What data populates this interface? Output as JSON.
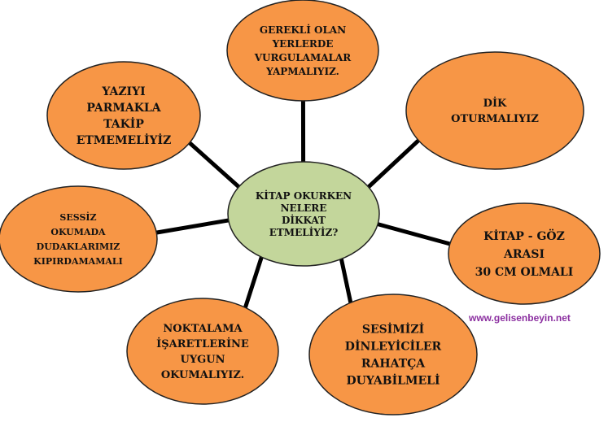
{
  "center": {
    "lines": [
      "KİTAP OKURKEN",
      "NELERE",
      "DİKKAT",
      "ETMELİYİZ?"
    ]
  },
  "nodes": [
    {
      "id": "node-vurgulama",
      "lines": [
        "GEREKLİ OLAN",
        "YERLERDE",
        "VURGULAMALAR",
        "YAPMALIYIZ."
      ]
    },
    {
      "id": "node-dik-oturma",
      "lines": [
        "DİK",
        "OTURMALIYIZ"
      ]
    },
    {
      "id": "node-kitap-goz",
      "lines": [
        "KİTAP - GÖZ",
        "ARASI",
        "30 CM OLMALI"
      ]
    },
    {
      "id": "node-sesimizi",
      "lines": [
        "SESİMİZİ",
        "DİNLEYİCİLER",
        "RAHATÇA",
        "DUYABİLMELİ"
      ]
    },
    {
      "id": "node-noktalama",
      "lines": [
        "NOKTALAMA",
        "İŞARETLERİNE",
        "UYGUN",
        "OKUMALIYIZ."
      ]
    },
    {
      "id": "node-sessiz-okuma",
      "lines": [
        "SESSİZ",
        "OKUMADA",
        "DUDAKLARIMIZ",
        "KIPIRDAMAMALI"
      ]
    },
    {
      "id": "node-parmakla",
      "lines": [
        "YAZIYI",
        "PARMAKLA",
        "TAKİP",
        "ETMEMELİYİZ"
      ]
    }
  ],
  "watermark": "www.gelisenbeyin.net",
  "colors": {
    "bubble_fill": "#F79646",
    "center_fill": "#C3D69B",
    "link": "#000000",
    "watermark": "#8B2FA0",
    "text": "#111111"
  }
}
